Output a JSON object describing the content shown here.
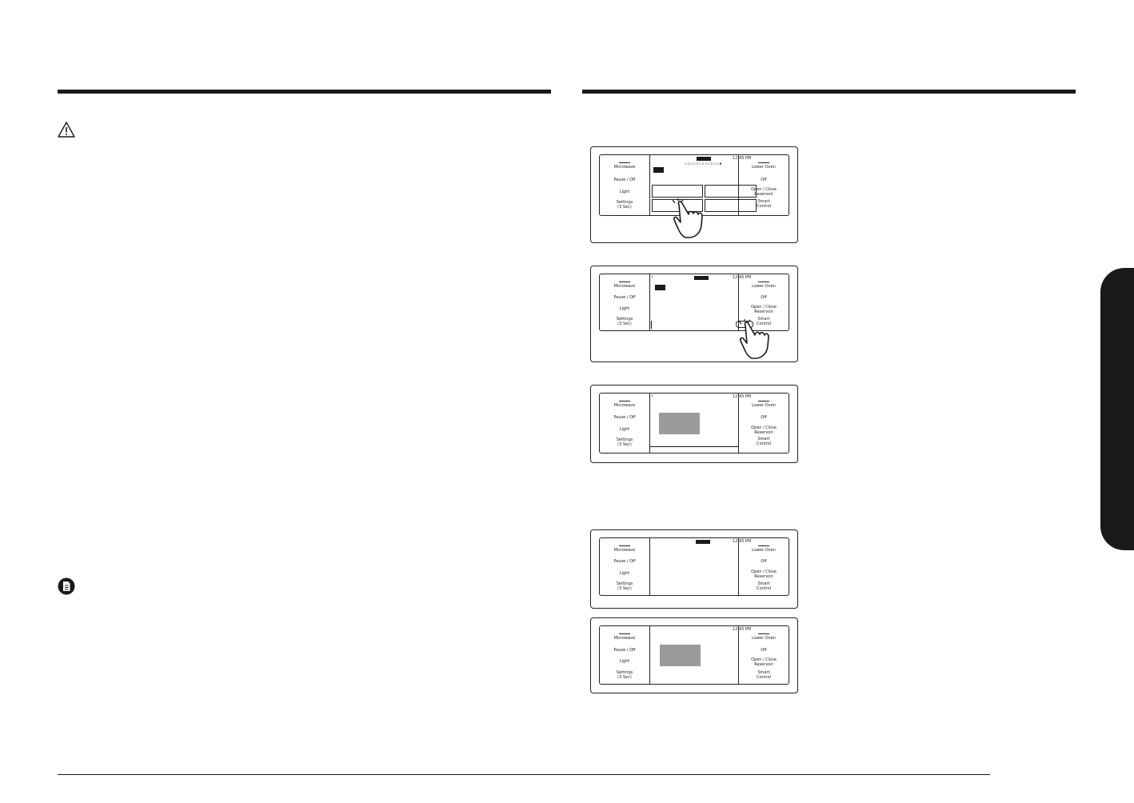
{
  "panel_buttons": {
    "left": [
      "Microwave",
      "Pause / Off",
      "Light",
      "Settings\n(3 Sec)"
    ],
    "right": [
      "Lower Oven",
      "Off",
      "Open / Close\nReservoir",
      "Smart\nControl"
    ]
  },
  "status_text": "12:45 PM",
  "back_icon": "‹",
  "icons": {
    "warning": "warning-triangle-icon",
    "note": "note-icon",
    "hand": "pointing-hand-icon"
  },
  "colors": {
    "rule": "#1a1a1a",
    "tab": "#1a1a1a",
    "screen_highlight": "#9b9b9b"
  }
}
